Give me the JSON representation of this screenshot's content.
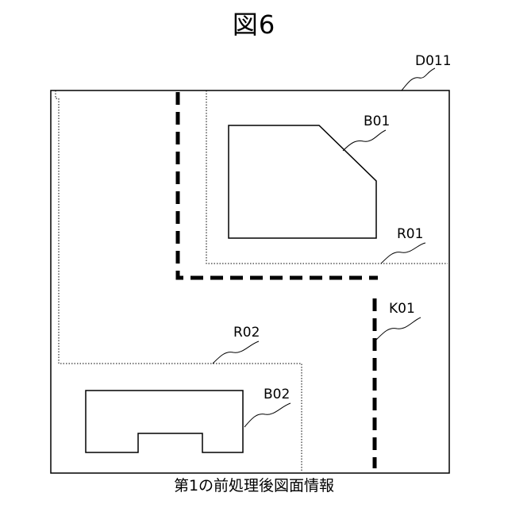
{
  "figure": {
    "title": "図6",
    "caption": "第1の前処理後図面情報"
  },
  "labels": {
    "drawing": "D011",
    "building_1": "B01",
    "building_2": "B02",
    "region_1": "R01",
    "region_2": "R02",
    "boundary": "K01"
  }
}
